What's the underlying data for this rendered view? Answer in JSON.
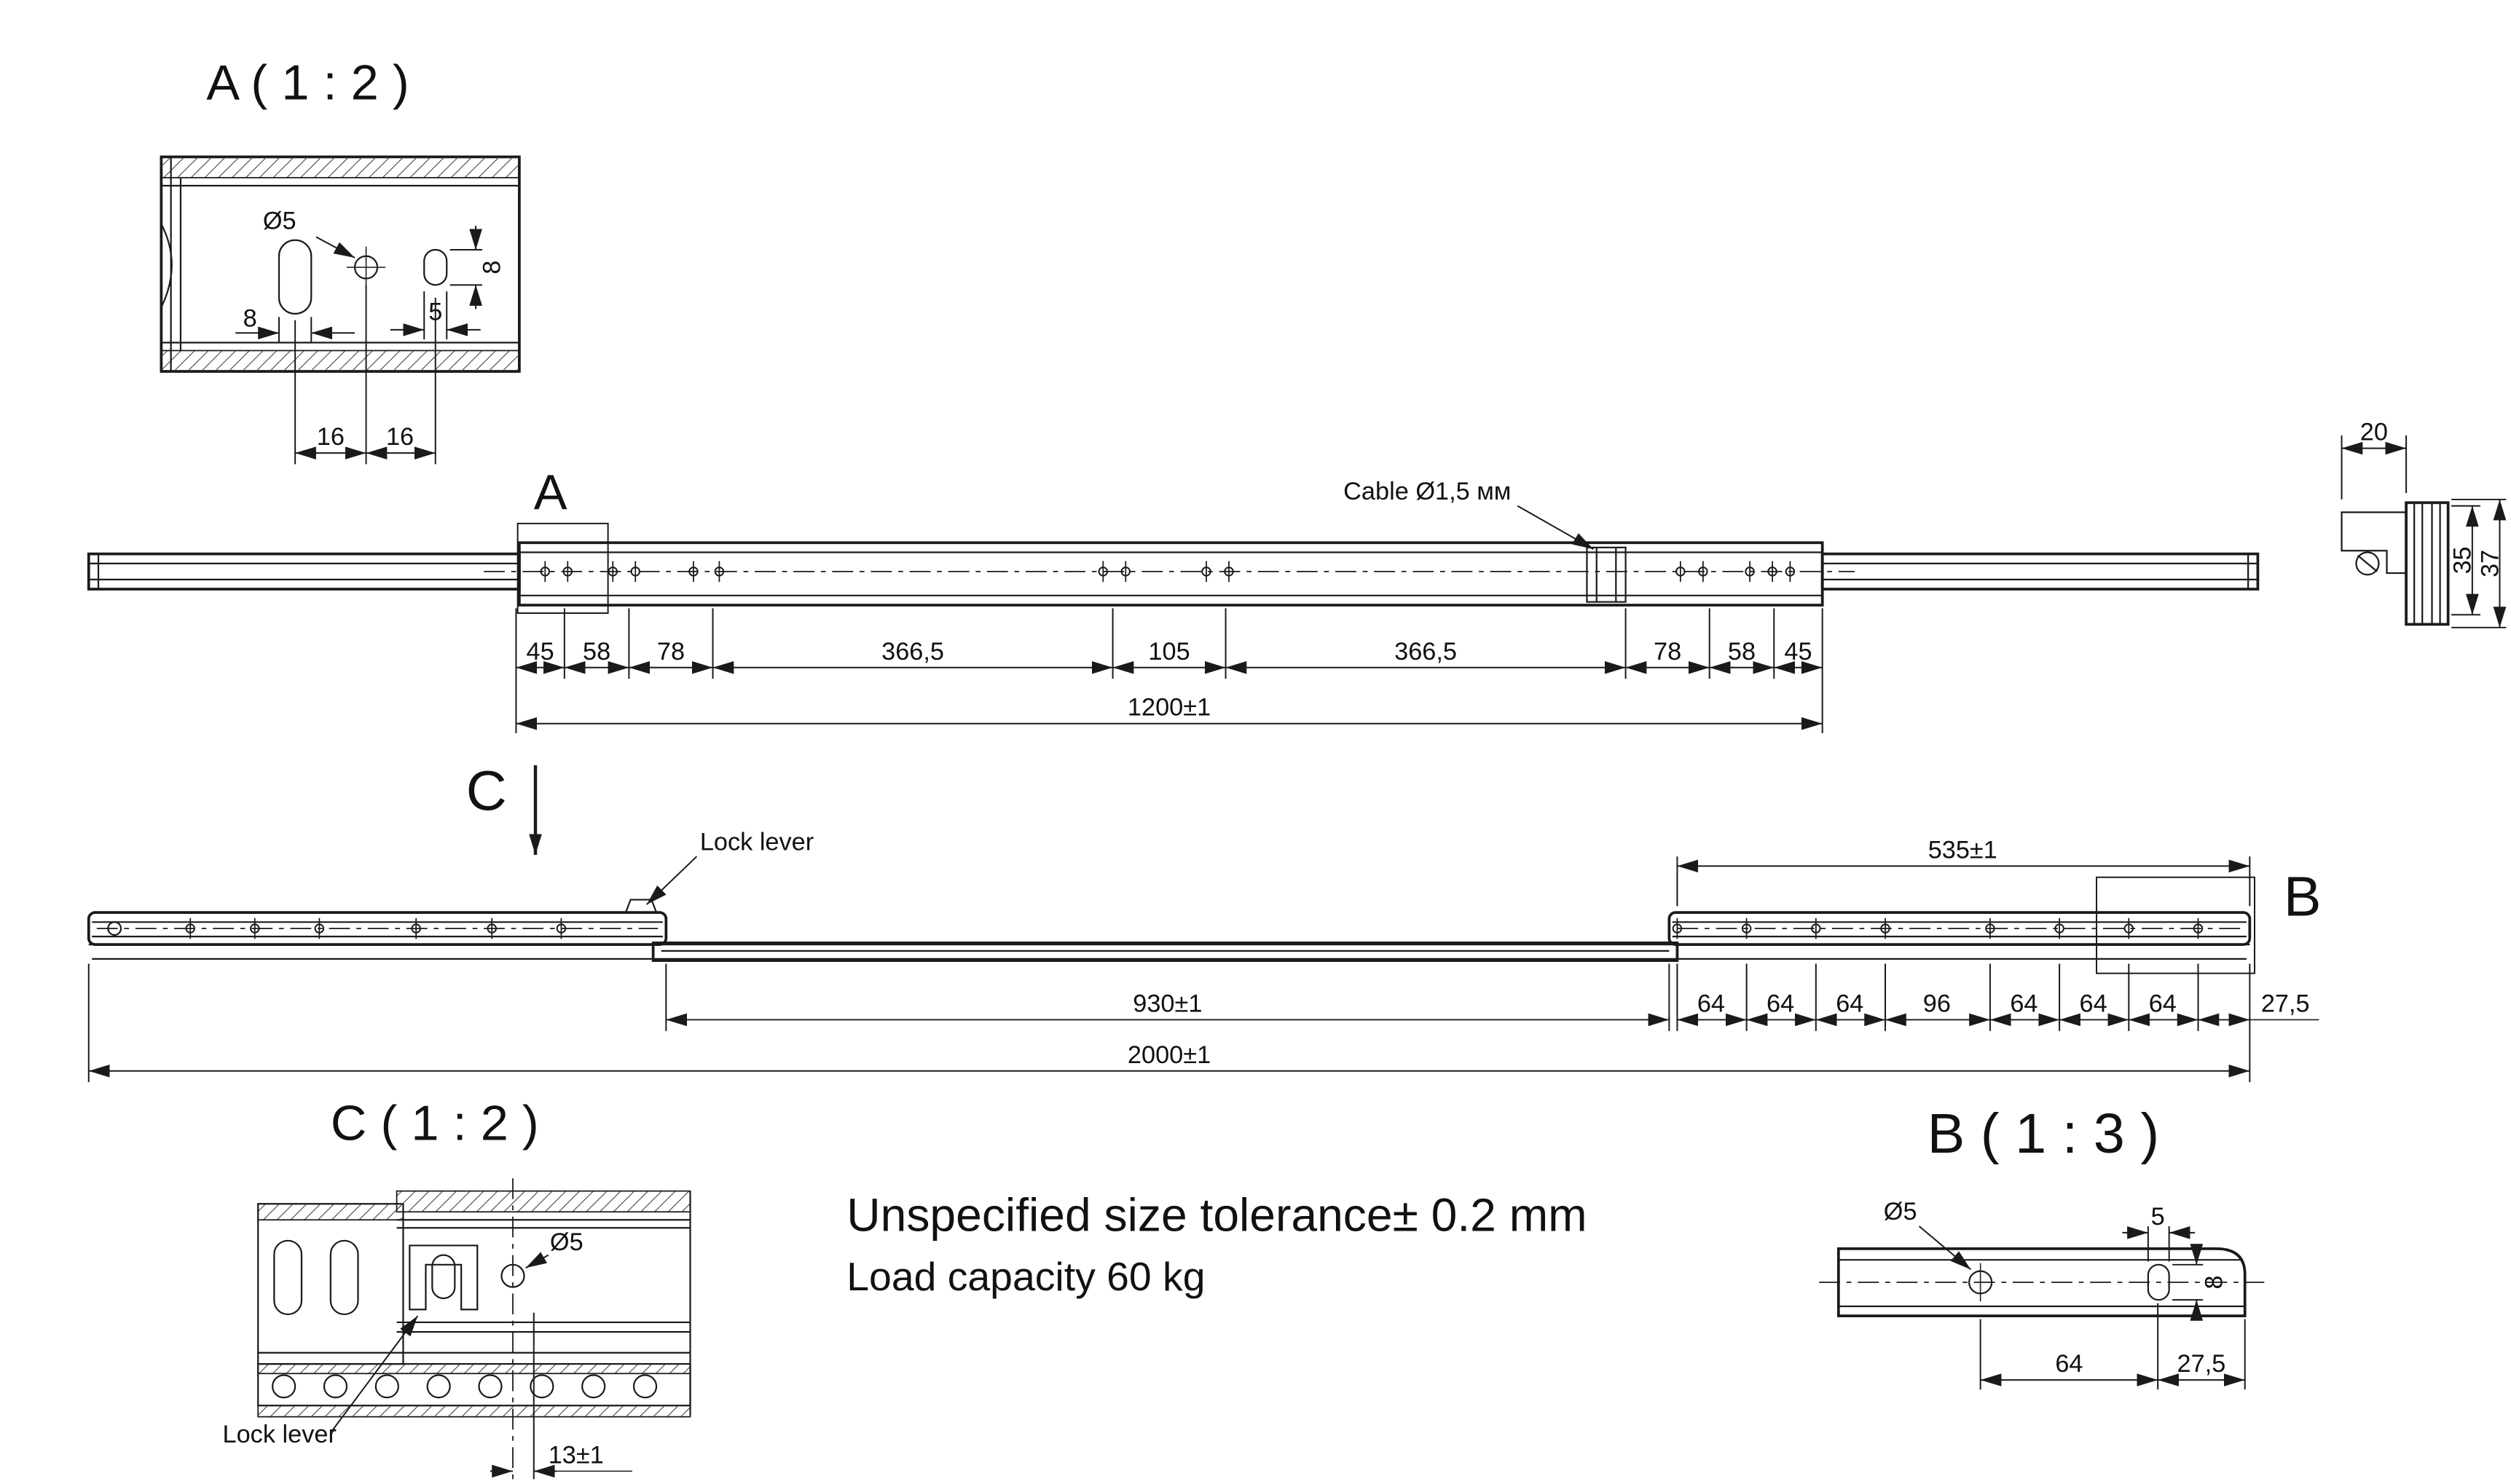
{
  "detail_a": {
    "title": "A ( 1 : 2 )",
    "dia5": "Ø5",
    "dim_8_slot": "8",
    "dim_5_slot": "5",
    "dim_8_height": "8",
    "dim_16_left": "16",
    "dim_16_right": "16"
  },
  "closed_view": {
    "detail_label": "A",
    "cable_callout": "Cable Ø1,5 мм",
    "segments": [
      "45",
      "58",
      "78",
      "366,5",
      "105",
      "366,5",
      "78",
      "58",
      "45"
    ],
    "overall": "1200±1"
  },
  "end_view": {
    "dim_width": "20",
    "dim_35": "35",
    "dim_37": "37"
  },
  "extended_view": {
    "section_label": "C",
    "lock_lever_callout": "Lock lever",
    "dim_535": "535±1",
    "detail_label": "B",
    "dim_930": "930±1",
    "hole_dims": [
      "64",
      "64",
      "64",
      "96",
      "64",
      "64",
      "64"
    ],
    "dim_27_5": "27,5",
    "overall": "2000±1"
  },
  "detail_c": {
    "title": "C ( 1 : 2 )",
    "dia5": "Ø5",
    "lock_lever_callout": "Lock lever",
    "dim_13": "13±1"
  },
  "detail_b": {
    "title": "B ( 1 : 3 )",
    "dia5": "Ø5",
    "dim_5": "5",
    "dim_8": "8",
    "dim_64": "64",
    "dim_27_5": "27,5"
  },
  "notes": {
    "tolerance": "Unspecified size tolerance± 0.2 mm",
    "load_capacity": "Load capacity 60 kg"
  }
}
